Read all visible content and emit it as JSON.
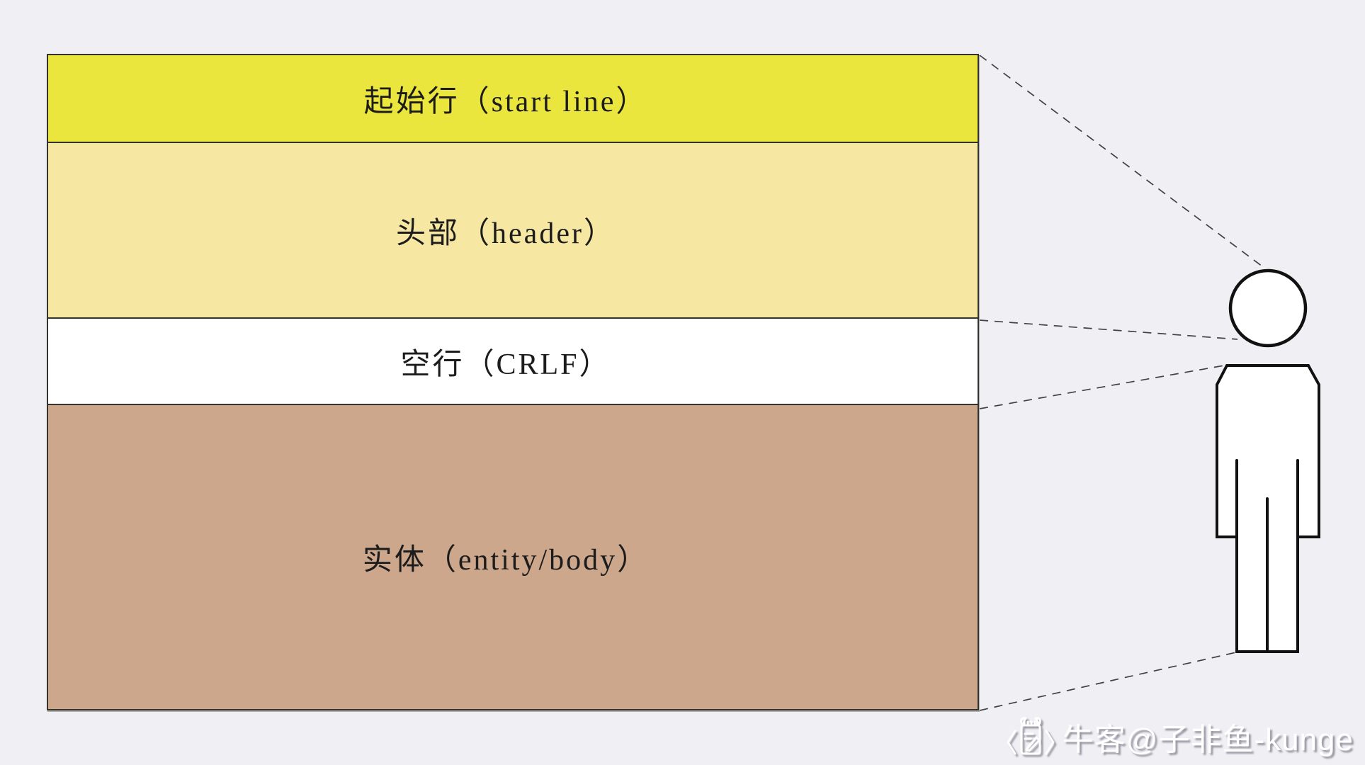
{
  "diagram": {
    "description": "HTTP message structure stacked-box diagram with viewer figure",
    "bands": [
      {
        "id": "start-line",
        "label": "起始行（start line）",
        "color": "#eae63e"
      },
      {
        "id": "header",
        "label": "头部（header）",
        "color": "#f6e7a3"
      },
      {
        "id": "crlf",
        "label": "空行（CRLF）",
        "color": "#ffffff"
      },
      {
        "id": "entity",
        "label": "实体（entity/body）",
        "color": "#cda78c"
      }
    ]
  },
  "figure": {
    "icon": "person-viewer-icon"
  },
  "watermark": {
    "logo_icon": "niuke-bull-notepad-logo",
    "text": "牛客@子非鱼-kunge"
  },
  "colors": {
    "background": "#f0eff4",
    "box_border": "#35342c",
    "dashed_line": "#414141",
    "band_text": "#1c1c1c",
    "figure_stroke": "#111111",
    "figure_fill": "#ffffff",
    "watermark_text": "#ffffff"
  }
}
